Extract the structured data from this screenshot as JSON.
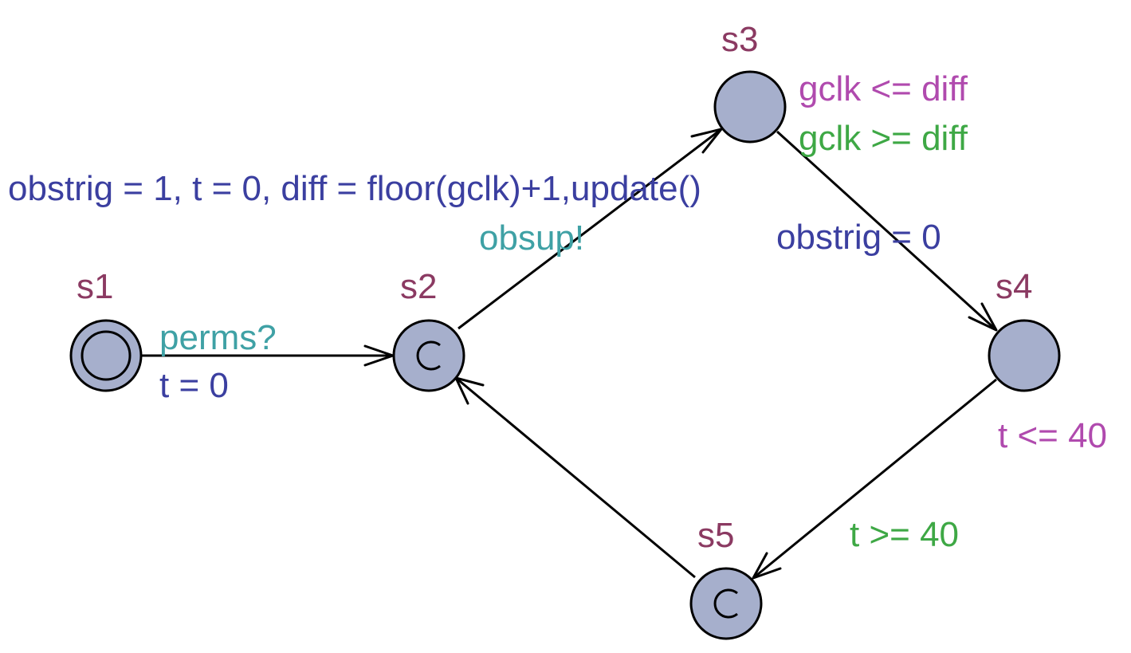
{
  "colors": {
    "state_name": "#8b3a62",
    "sync": "#3fa1a5",
    "update": "#3b3fa0",
    "invariant": "#b04aae",
    "guard": "#3ea845",
    "node_fill": "#a6afcc",
    "edge": "#000000"
  },
  "states": {
    "s1": {
      "name": "s1",
      "initial": true,
      "committed": false
    },
    "s2": {
      "name": "s2",
      "initial": false,
      "committed": true
    },
    "s3": {
      "name": "s3",
      "initial": false,
      "committed": false,
      "invariant": "gclk <= diff"
    },
    "s4": {
      "name": "s4",
      "initial": false,
      "committed": false,
      "invariant": "t <= 40"
    },
    "s5": {
      "name": "s5",
      "initial": false,
      "committed": true
    }
  },
  "transitions": {
    "s1_s2": {
      "from": "s1",
      "to": "s2",
      "sync": "perms?",
      "update": "t = 0"
    },
    "s2_s3": {
      "from": "s2",
      "to": "s3",
      "sync": "obsup!",
      "update": "obstrig = 1, t = 0, diff = floor(gclk)+1,update()"
    },
    "s3_s4": {
      "from": "s3",
      "to": "s4",
      "guard": "gclk >= diff",
      "update": "obstrig = 0"
    },
    "s4_s5": {
      "from": "s4",
      "to": "s5",
      "guard": "t >= 40"
    },
    "s5_s2": {
      "from": "s5",
      "to": "s2"
    }
  }
}
